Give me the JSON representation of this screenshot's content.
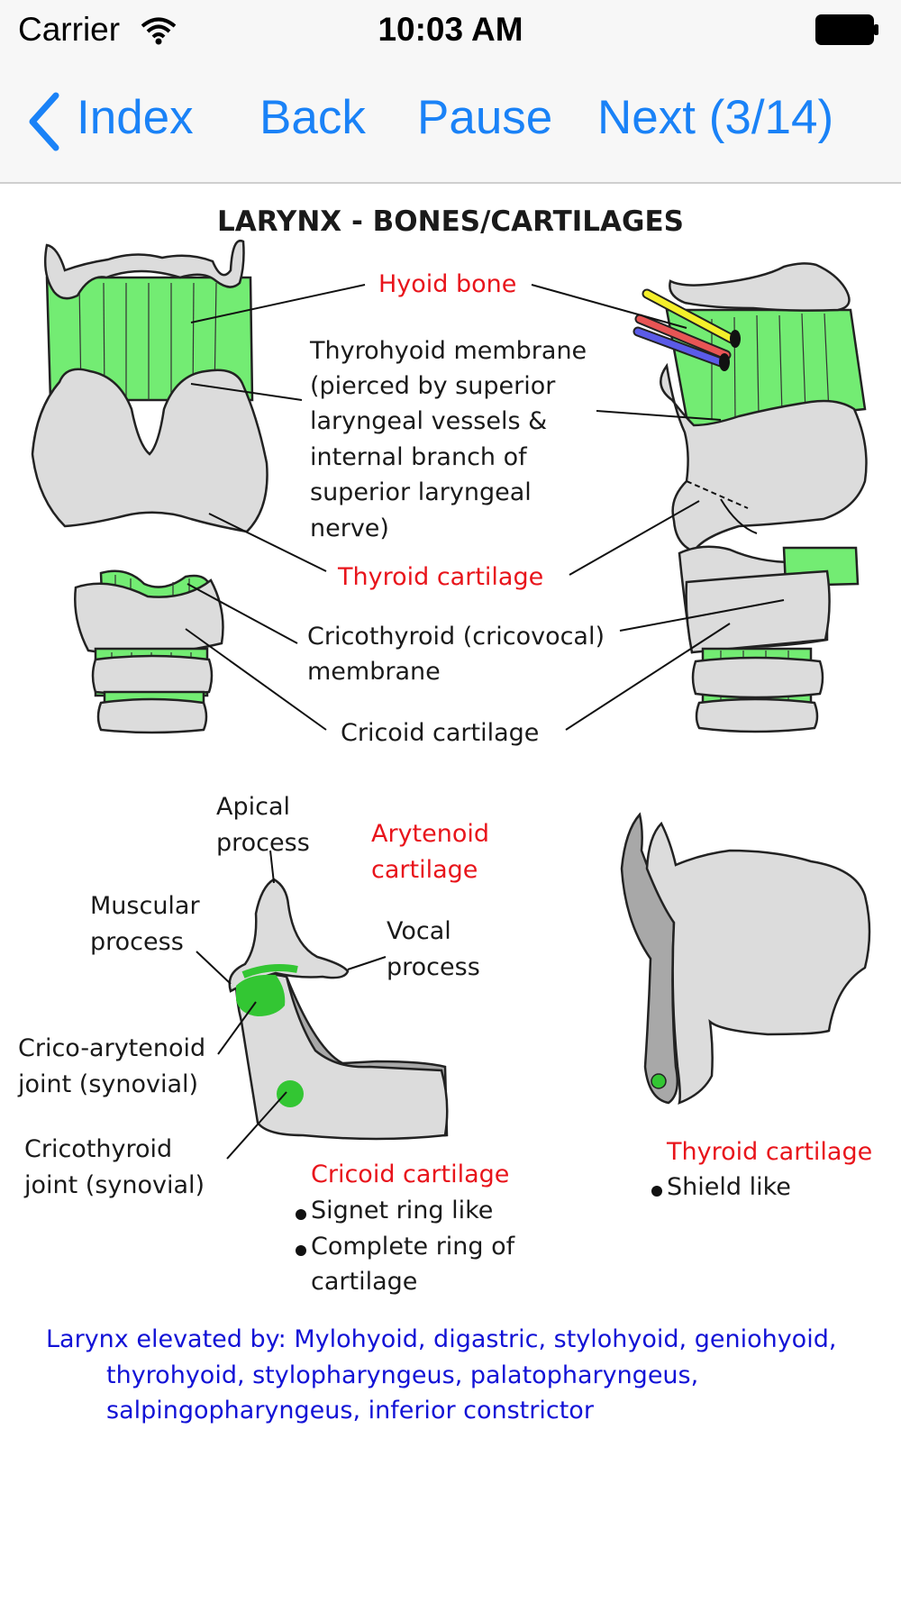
{
  "status_bar": {
    "carrier": "Carrier",
    "time": "10:03 AM"
  },
  "nav": {
    "index_label": "Index",
    "back_label": "Back",
    "pause_label": "Pause",
    "next_label": "Next (3/14)",
    "accent_color": "#1a82f7"
  },
  "figure": {
    "title": "LARYNX - BONES/CARTILAGES",
    "hyoid_bone": "Hyoid bone",
    "thyrohyoid_lines": [
      "Thyrohyoid membrane",
      "(pierced by superior",
      "laryngeal vessels &",
      "internal branch of",
      "superior laryngeal",
      "nerve)"
    ],
    "thyroid_cartilage": "Thyroid cartilage",
    "cricothyroid_lines": [
      "Cricothyroid (cricovocal)",
      "membrane"
    ],
    "cricoid_cartilage": "Cricoid cartilage",
    "apical_process_lines": [
      "Apical",
      "process"
    ],
    "arytenoid_cartilage_lines": [
      "Arytenoid",
      "cartilage"
    ],
    "muscular_process_lines": [
      "Muscular",
      "process"
    ],
    "vocal_process_lines": [
      "Vocal",
      "process"
    ],
    "crico_arytenoid_lines": [
      "Crico-arytenoid",
      "joint (synovial)"
    ],
    "cricothyroid_joint_lines": [
      "Cricothyroid",
      "joint (synovial)"
    ],
    "cricoid_heading": "Cricoid cartilage",
    "cricoid_bullets": [
      "Signet ring like",
      "Complete ring of",
      "cartilage"
    ],
    "thyroid_heading": "Thyroid cartilage",
    "thyroid_bullets": [
      "Shield like"
    ],
    "elevated_lines": [
      "Larynx elevated by: Mylohyoid, digastric, stylohyoid, geniohyoid,",
      "thyrohyoid, stylopharyngeus, palatopharyngeus,",
      "salpingopharyngeus, inferior constrictor"
    ],
    "colors": {
      "label_red": "#e8141b",
      "label_blue": "#1212d6",
      "membrane_green": "#73ec73",
      "cartilage_gray": "#dcdcdc",
      "joint_green": "#33c633"
    }
  }
}
